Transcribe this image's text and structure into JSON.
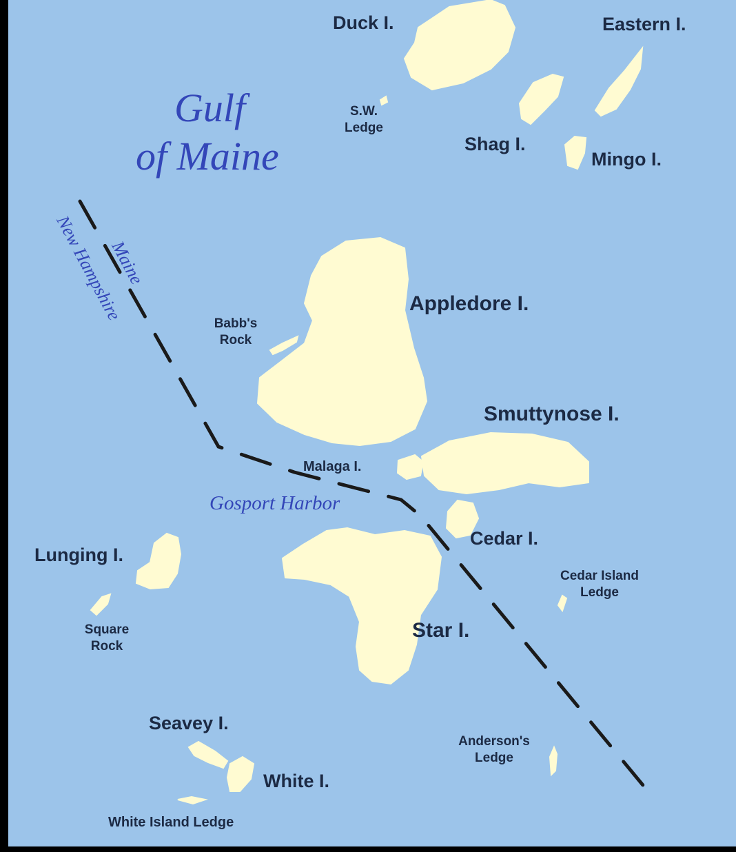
{
  "map": {
    "water_color": "#9cc4ea",
    "land_color": "#fffbd2",
    "boundary_color": "#1a1a1a",
    "water_labels": {
      "gulf_line1": "Gulf",
      "gulf_line2": "of Maine",
      "harbor": "Gosport Harbor"
    },
    "state_labels": {
      "maine": "Maine",
      "new_hampshire": "New Hampshire"
    },
    "islands": {
      "duck": "Duck I.",
      "eastern": "Eastern I.",
      "sw_ledge_1": "S.W.",
      "sw_ledge_2": "Ledge",
      "shag": "Shag I.",
      "mingo": "Mingo I.",
      "appledore": "Appledore I.",
      "babbs_1": "Babb's",
      "babbs_2": "Rock",
      "smuttynose": "Smuttynose I.",
      "malaga": "Malaga I.",
      "cedar": "Cedar I.",
      "cedar_ledge_1": "Cedar Island",
      "cedar_ledge_2": "Ledge",
      "lunging": "Lunging I.",
      "square_1": "Square",
      "square_2": "Rock",
      "star": "Star I.",
      "seavey": "Seavey I.",
      "white": "White I.",
      "andersons_1": "Anderson's",
      "andersons_2": "Ledge",
      "white_ledge": "White Island Ledge"
    }
  }
}
